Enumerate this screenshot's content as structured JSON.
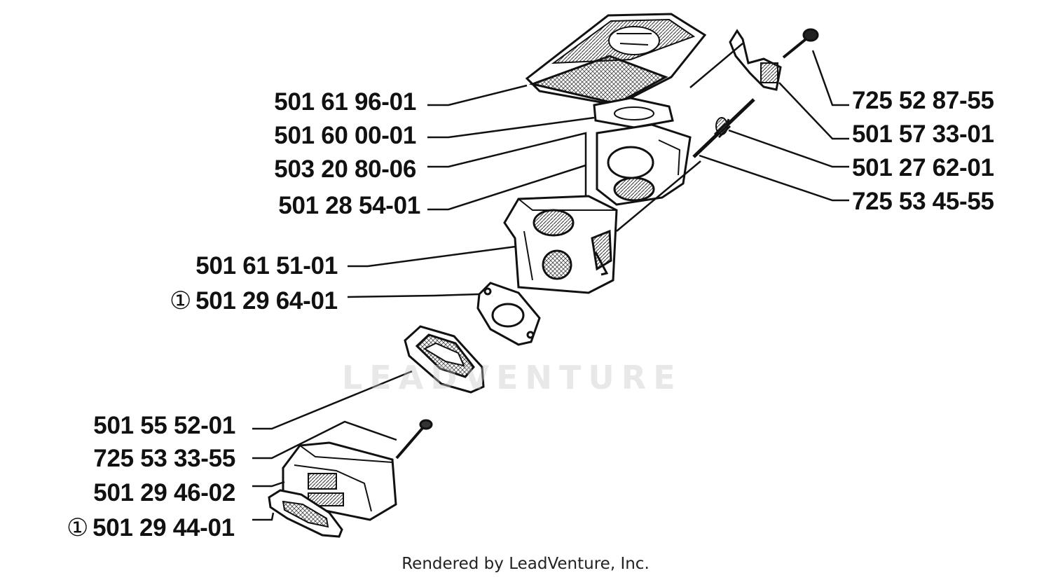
{
  "watermark": "LEADVENTURE",
  "footer": "Rendered by LeadVenture, Inc.",
  "colors": {
    "line": "#111111",
    "watermark": "#c8c8c8"
  },
  "callout_mark": "①",
  "parts_left": [
    {
      "number": "501 61 96-01",
      "callout": false
    },
    {
      "number": "501 60 00-01",
      "callout": false
    },
    {
      "number": "503 20 80-06",
      "callout": false
    },
    {
      "number": "501 28 54-01",
      "callout": false
    },
    {
      "number": "501 61 51-01",
      "callout": false
    },
    {
      "number": "501 29 64-01",
      "callout": true
    },
    {
      "number": "501 55 52-01",
      "callout": false
    },
    {
      "number": "725 53 33-55",
      "callout": false
    },
    {
      "number": "501 29 46-02",
      "callout": false
    },
    {
      "number": "501 29 44-01",
      "callout": true
    }
  ],
  "parts_right": [
    {
      "number": "725 52 87-55"
    },
    {
      "number": "501 57 33-01"
    },
    {
      "number": "501 27 62-01"
    },
    {
      "number": "725 53 45-55"
    }
  ]
}
